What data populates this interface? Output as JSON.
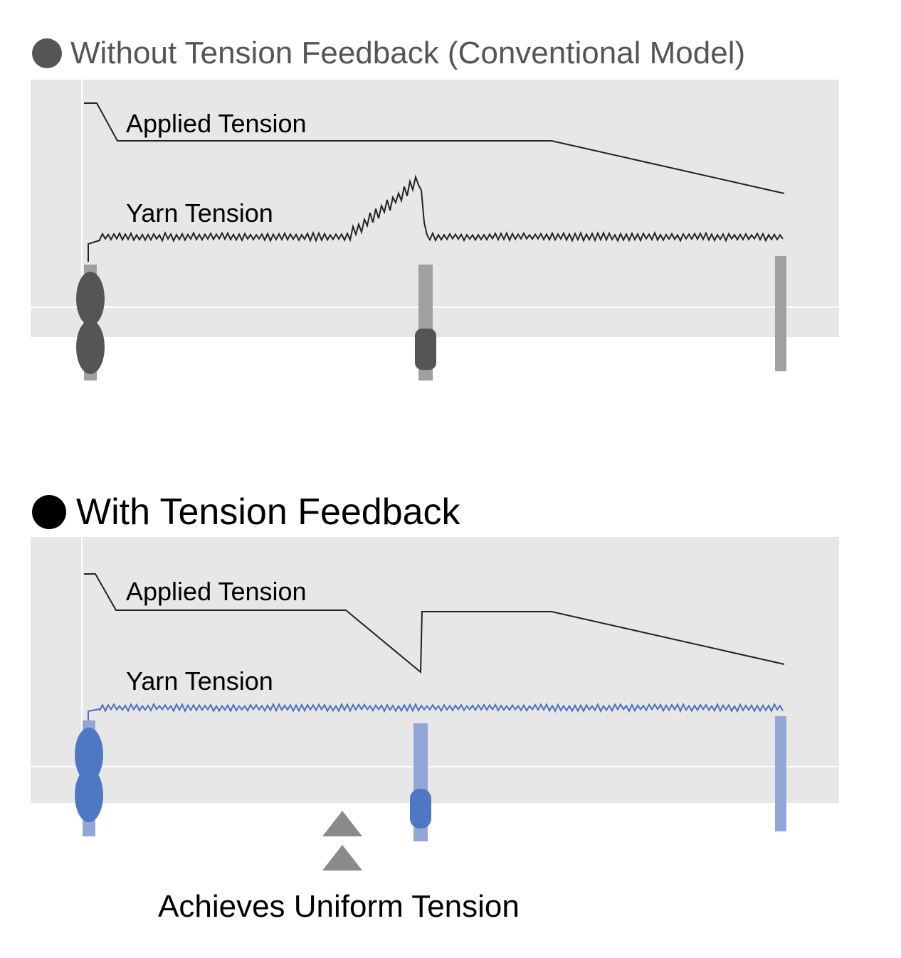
{
  "panels": [
    {
      "id": "conventional",
      "heading": "Without Tension Feedback (Conventional Model)",
      "applied_label": "Applied Tension",
      "yarn_label": "Yarn Tension",
      "colors": {
        "yarn_line": "#222222",
        "bobbin": "#555555",
        "rod": "#a0a0a0",
        "heading": "#555555"
      }
    },
    {
      "id": "feedback",
      "heading": "With Tension Feedback",
      "applied_label": "Applied Tension",
      "yarn_label": "Yarn Tension",
      "colors": {
        "yarn_line": "#4a6fc0",
        "bobbin": "#4f78c4",
        "rod": "#93a6d8",
        "heading": "#000000"
      }
    }
  ],
  "caption": "Achieves Uniform Tension",
  "colors": {
    "panel_bg": "#e7e7e7",
    "arrow": "#8a8a8a",
    "applied_line": "#222222"
  }
}
